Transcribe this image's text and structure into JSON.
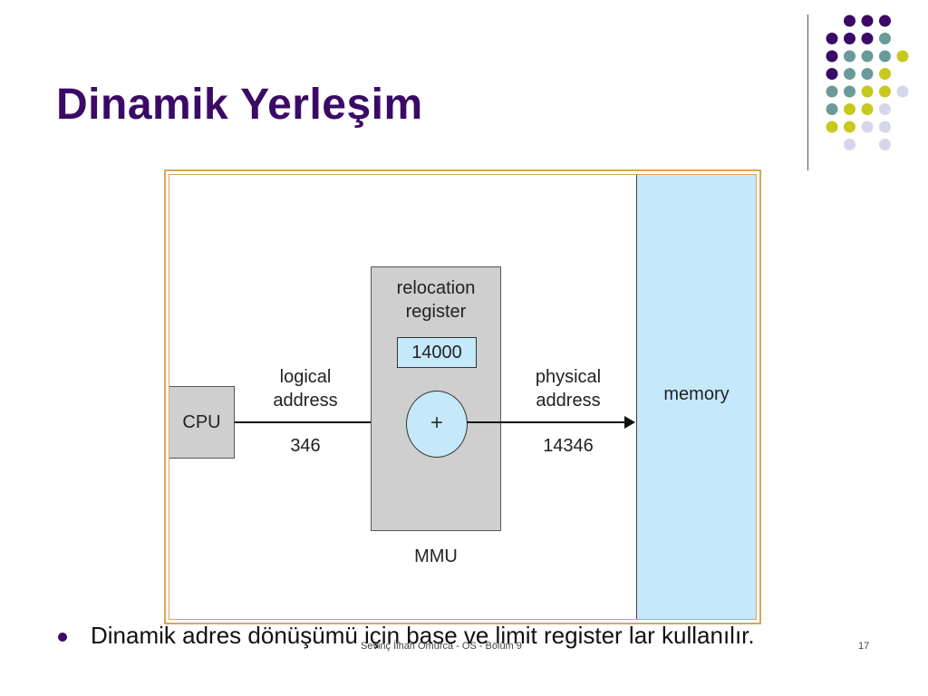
{
  "slide": {
    "title": "Dinamik Yerleşim",
    "bullet": "Dinamik adres dönüşümü için base ve limit register lar kullanılır.",
    "footer": "Sevinç İlhan Omurca - OS - Bölüm 9",
    "page_number": "17"
  },
  "diagram": {
    "cpu": "CPU",
    "logical_address_label": [
      "logical",
      "address"
    ],
    "logical_address_value": "346",
    "relocation_register_label": [
      "relocation",
      "register"
    ],
    "relocation_register_value": "14000",
    "adder_symbol": "+",
    "mmu_label": "MMU",
    "physical_address_label": [
      "physical",
      "address"
    ],
    "physical_address_value": "14346",
    "memory": "memory"
  },
  "colors": {
    "title": "#3b0a66",
    "dot_purple": "#3b0a66",
    "dot_teal": "#6a9a9a",
    "dot_yellow": "#c8c81e",
    "dot_lavender": "#d6d6ea",
    "frame_border": "#d9a55a",
    "memory_fill": "#c5e9fb",
    "mmu_fill": "#cfcfcf"
  }
}
